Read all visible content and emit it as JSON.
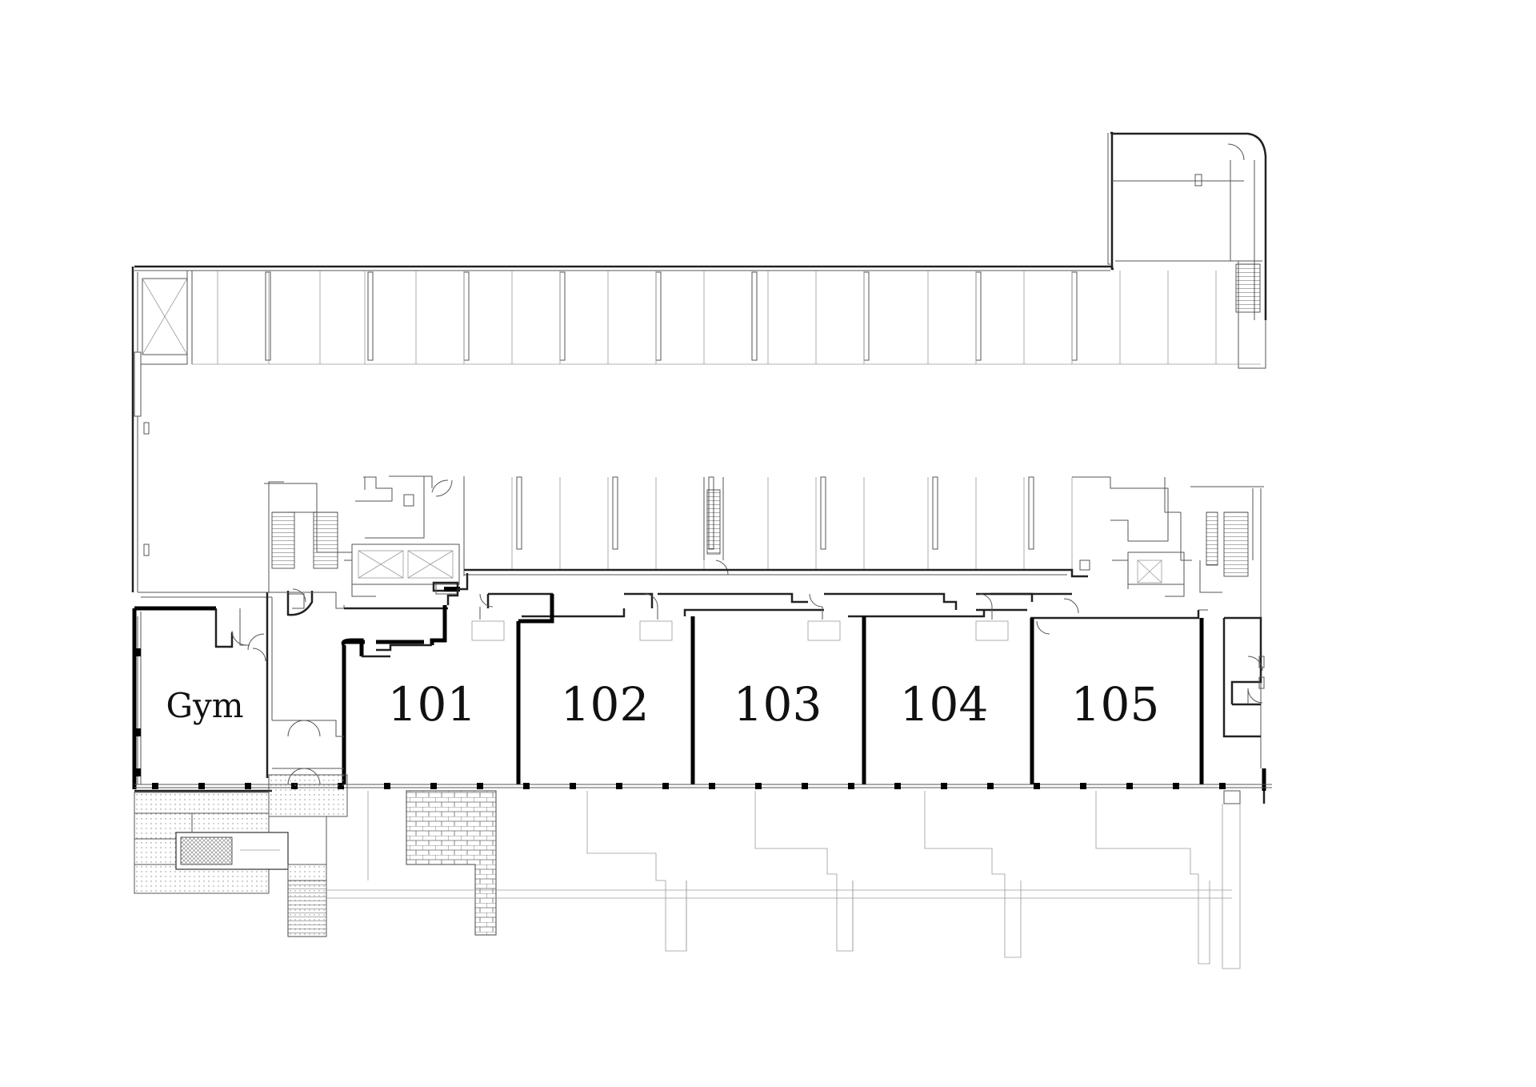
{
  "plan": {
    "rooms": [
      {
        "id": "gym",
        "label": "Gym"
      },
      {
        "id": "101",
        "label": "101"
      },
      {
        "id": "102",
        "label": "102"
      },
      {
        "id": "103",
        "label": "103"
      },
      {
        "id": "104",
        "label": "104"
      },
      {
        "id": "105",
        "label": "105"
      }
    ],
    "colors": {
      "background": "#ffffff",
      "walls": "#111111",
      "thin_lines": "#555555",
      "hatch": "#888888"
    }
  }
}
